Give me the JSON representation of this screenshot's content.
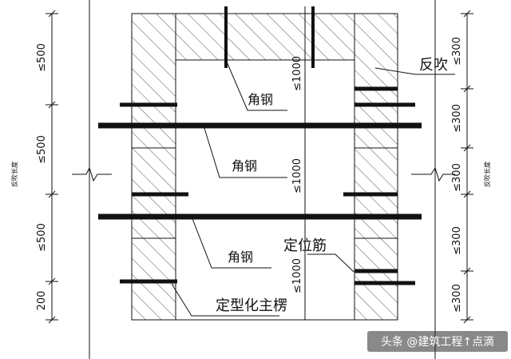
{
  "labels": {
    "angle_steel": "角钢",
    "positioning_bar": "定位筋",
    "main_column": "定型化主楞",
    "reverse_blow": "反吹"
  },
  "dimensions": {
    "left": [
      "≤500",
      "≤500",
      "≤500",
      "200"
    ],
    "right": [
      "≤300",
      "≤300",
      "≤300",
      "≤300",
      "≤300"
    ],
    "center": [
      "≤1000",
      "≤1000",
      "≤1000"
    ]
  },
  "side_notes": {
    "left": "反吹长度",
    "right": "反吹长度"
  },
  "watermark": {
    "text": "头条 @建筑工程↑点滴"
  },
  "colors": {
    "line": "#111111",
    "hatch": "#555555",
    "background": "#ffffff"
  }
}
